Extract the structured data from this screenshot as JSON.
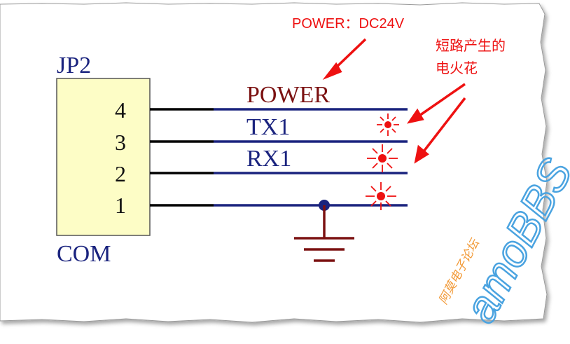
{
  "component": {
    "designator": "JP2",
    "comment": "COM",
    "pins": [
      "4",
      "3",
      "2",
      "1"
    ]
  },
  "nets": {
    "power": "POWER",
    "tx": "TX1",
    "rx": "RX1"
  },
  "annotations": {
    "supply": "POWER：DC24V",
    "spark_line1": "短路产生的",
    "spark_line2": "电火花"
  },
  "watermark": {
    "brand": "amoBBS",
    "subtitle": "阿莫电子论坛"
  },
  "colors": {
    "wire": "#1a237e",
    "pin_lead": "#000000",
    "component_fill": "#fdfdc6",
    "ground": "#7b1111",
    "annotation": "#ee1111",
    "spark": "#ee1111"
  }
}
